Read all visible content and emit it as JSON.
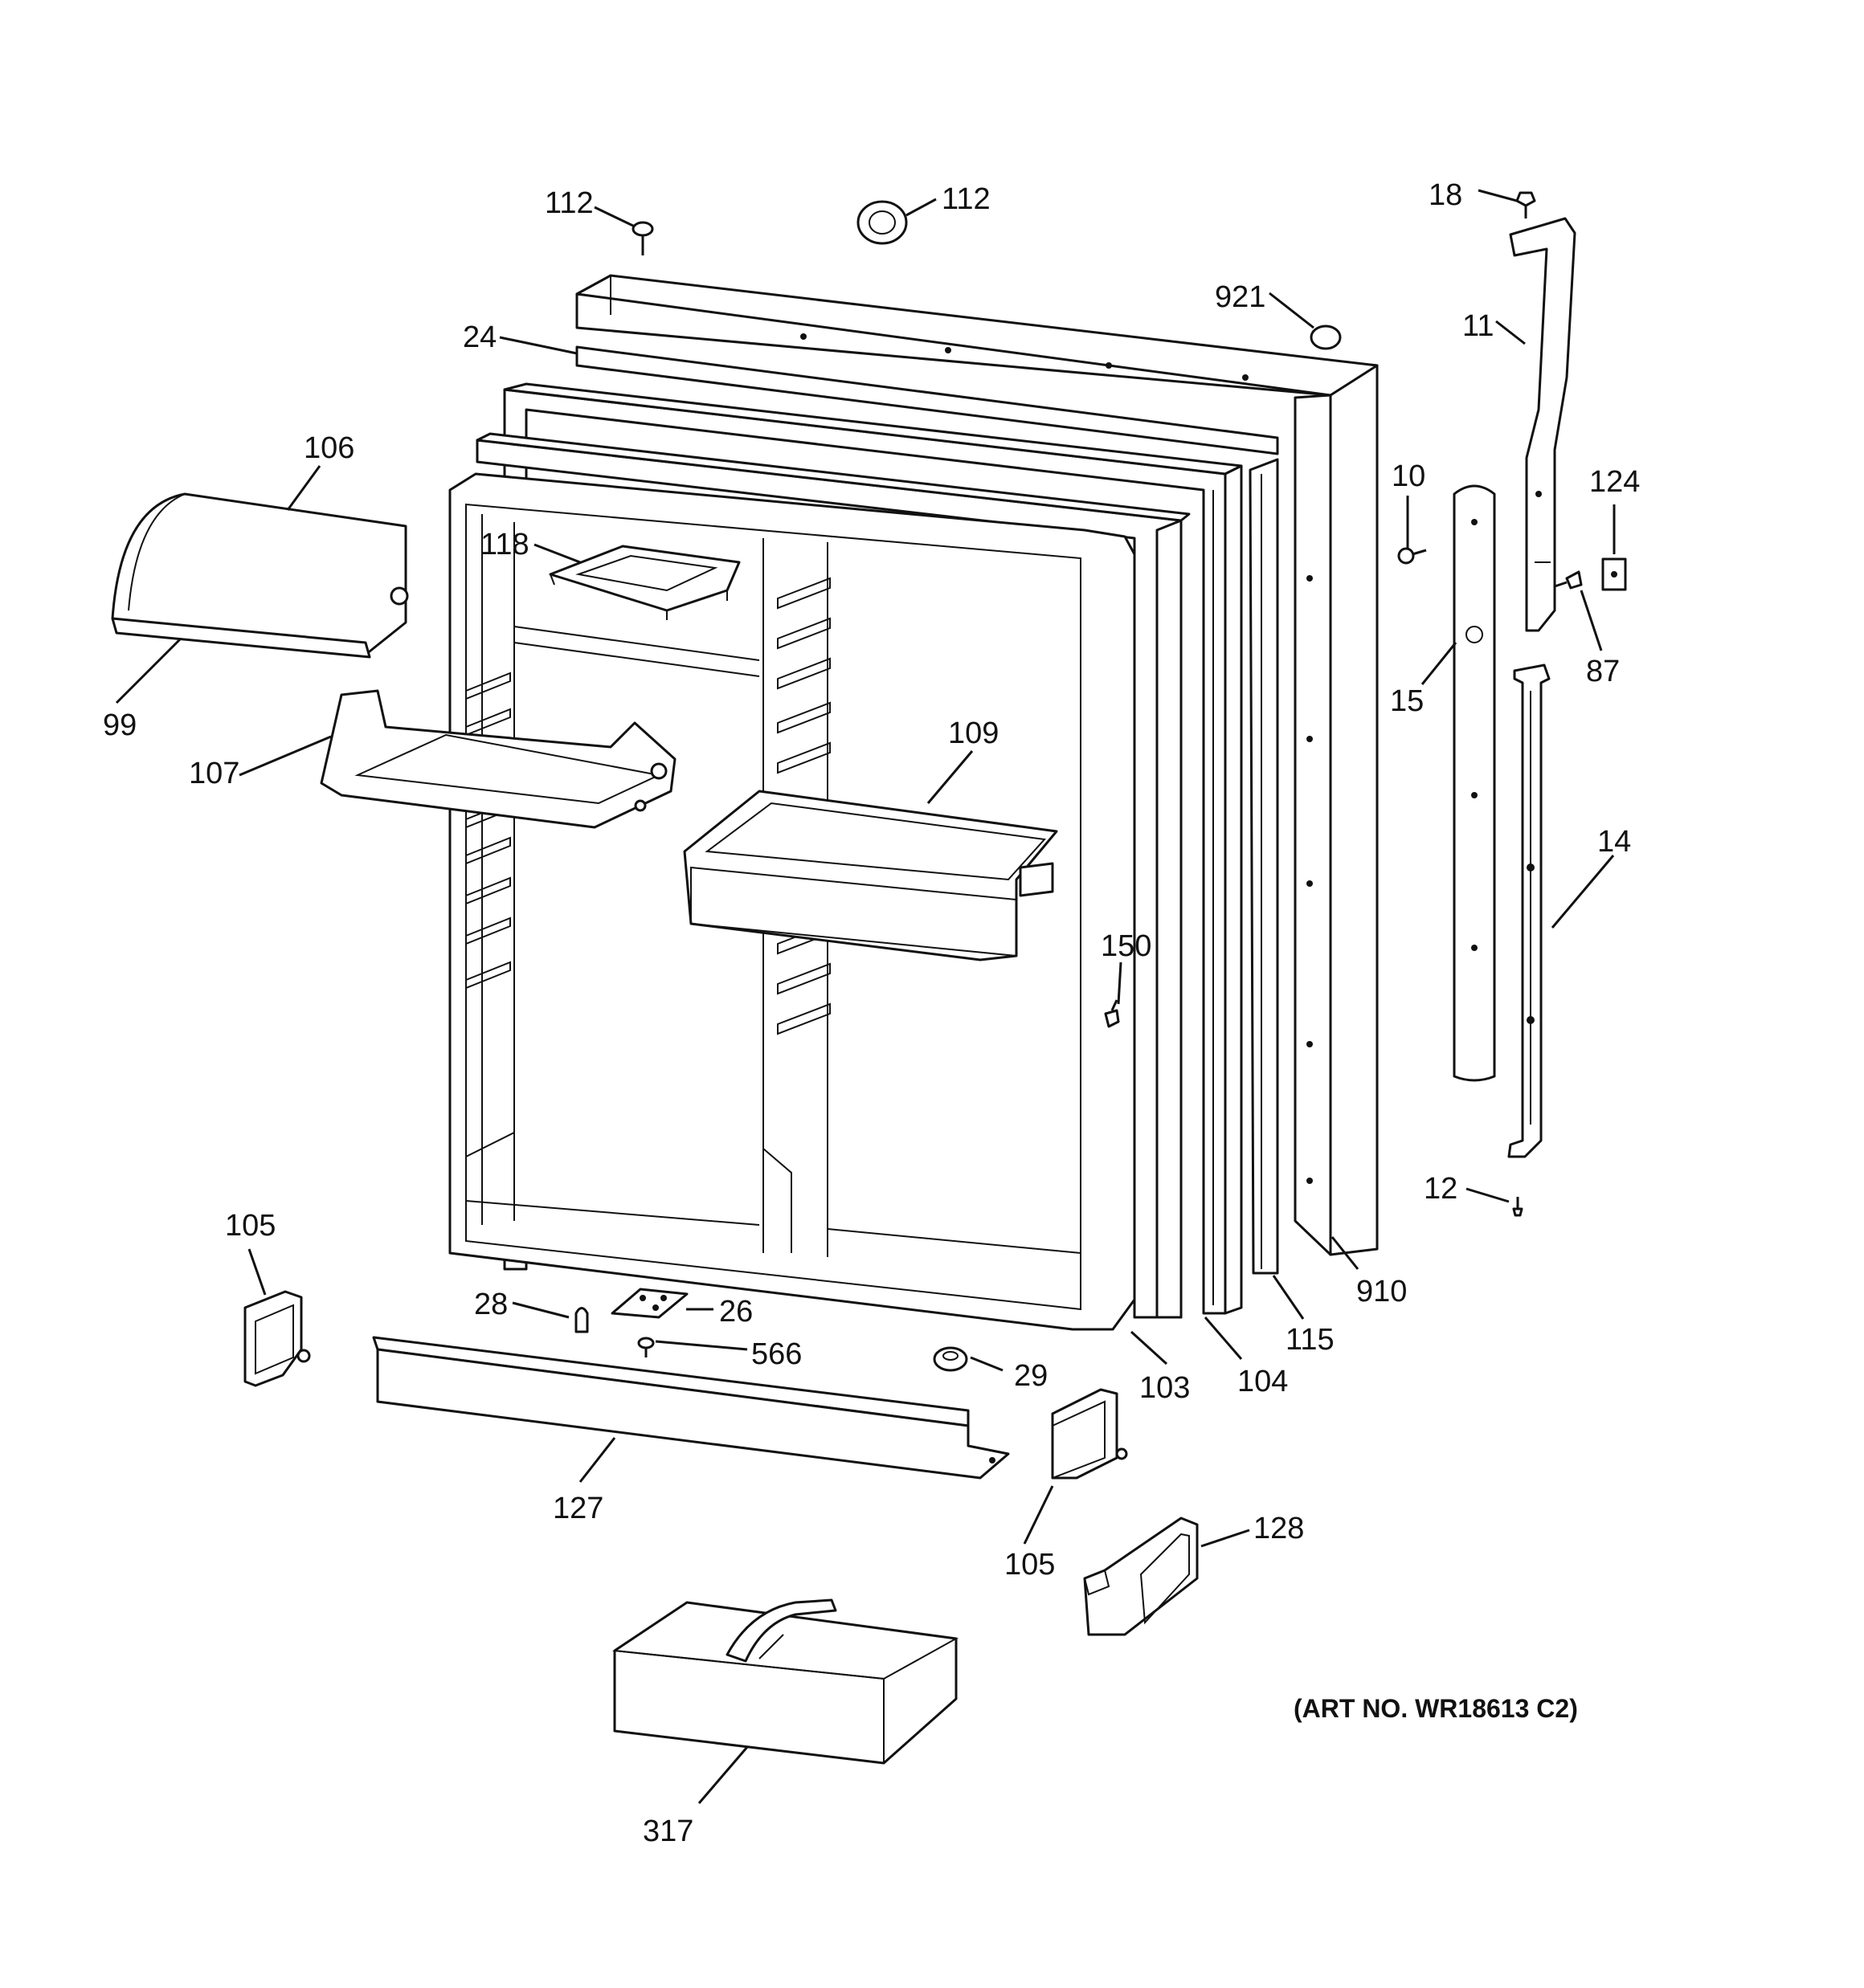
{
  "diagram": {
    "art_number": "(ART NO. WR18613 C2)",
    "callouts": [
      {
        "id": "112-screw",
        "label": "112"
      },
      {
        "id": "112-plug",
        "label": "112"
      },
      {
        "id": "18",
        "label": "18"
      },
      {
        "id": "921",
        "label": "921"
      },
      {
        "id": "24",
        "label": "24"
      },
      {
        "id": "11",
        "label": "11"
      },
      {
        "id": "106",
        "label": "106"
      },
      {
        "id": "10",
        "label": "10"
      },
      {
        "id": "124",
        "label": "124"
      },
      {
        "id": "118",
        "label": "118"
      },
      {
        "id": "99",
        "label": "99"
      },
      {
        "id": "87",
        "label": "87"
      },
      {
        "id": "15",
        "label": "15"
      },
      {
        "id": "107",
        "label": "107"
      },
      {
        "id": "109",
        "label": "109"
      },
      {
        "id": "14",
        "label": "14"
      },
      {
        "id": "150",
        "label": "150"
      },
      {
        "id": "12",
        "label": "12"
      },
      {
        "id": "105-left",
        "label": "105"
      },
      {
        "id": "910",
        "label": "910"
      },
      {
        "id": "28",
        "label": "28"
      },
      {
        "id": "26",
        "label": "26"
      },
      {
        "id": "115",
        "label": "115"
      },
      {
        "id": "566",
        "label": "566"
      },
      {
        "id": "104",
        "label": "104"
      },
      {
        "id": "29",
        "label": "29"
      },
      {
        "id": "103",
        "label": "103"
      },
      {
        "id": "127",
        "label": "127"
      },
      {
        "id": "128",
        "label": "128"
      },
      {
        "id": "105-right",
        "label": "105"
      },
      {
        "id": "317",
        "label": "317"
      }
    ]
  }
}
